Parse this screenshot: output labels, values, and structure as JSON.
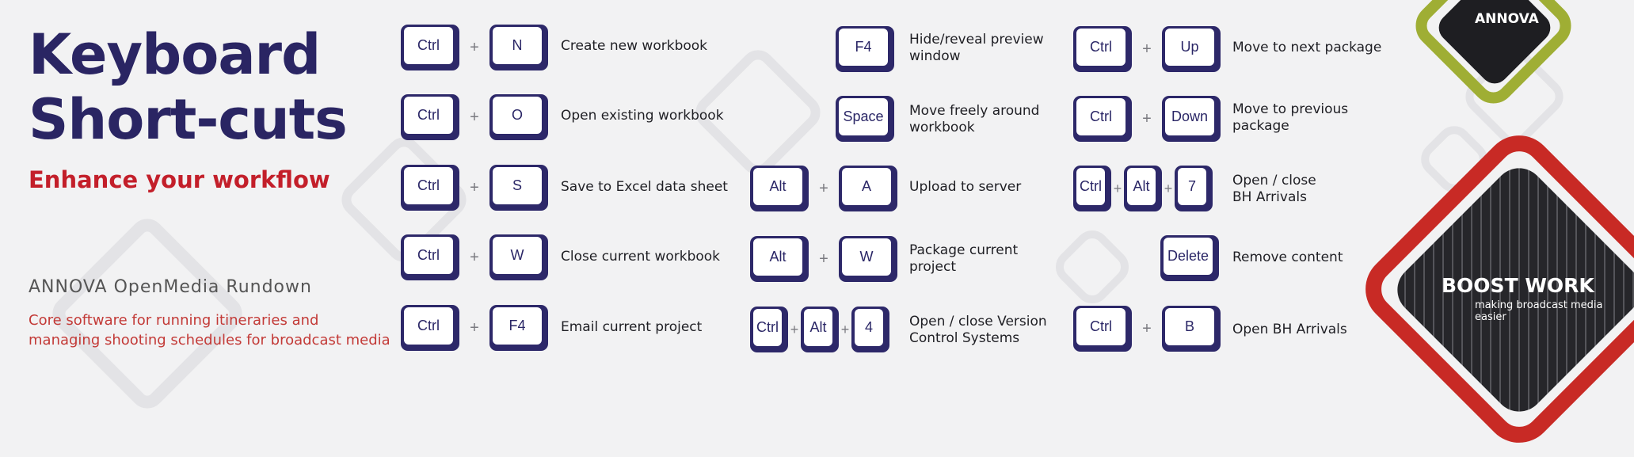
{
  "header": {
    "title_line1": "Keyboard",
    "title_line2": "Short-cuts",
    "subtitle": "Enhance your workflow"
  },
  "product": {
    "name": "ANNOVA OpenMedia Rundown",
    "tagline": "Core software for running itineraries and\nmanaging shooting schedules for broadcast media"
  },
  "shortcuts": {
    "s1": {
      "keys": [
        "Ctrl",
        "N"
      ],
      "description": "Create new workbook"
    },
    "s2": {
      "keys": [
        "Ctrl",
        "O"
      ],
      "description": "Open existing workbook"
    },
    "s3": {
      "keys": [
        "Ctrl",
        "S"
      ],
      "description": "Save to Excel data sheet"
    },
    "s4": {
      "keys": [
        "Ctrl",
        "W"
      ],
      "description": "Close current workbook"
    },
    "s5": {
      "keys": [
        "Ctrl",
        "F4"
      ],
      "description": "Email current project"
    },
    "s6": {
      "keys": [
        "F4"
      ],
      "description": "Hide/reveal preview\nwindow"
    },
    "s7": {
      "keys": [
        "Space"
      ],
      "description": "Move freely around\nworkbook"
    },
    "s8": {
      "keys": [
        "Alt",
        "A"
      ],
      "description": "Upload to server"
    },
    "s9": {
      "keys": [
        "Alt",
        "W"
      ],
      "description": "Package current\nproject"
    },
    "s10": {
      "keys": [
        "Ctrl",
        "Alt",
        "4"
      ],
      "description": "Open / close Version\nControl Systems"
    },
    "s11": {
      "keys": [
        "Ctrl",
        "Up"
      ],
      "description": "Move to next package"
    },
    "s12": {
      "keys": [
        "Ctrl",
        "Down"
      ],
      "description": "Move to previous\npackage"
    },
    "s13": {
      "keys": [
        "Ctrl",
        "Alt",
        "7"
      ],
      "description": "Open / close\nBH Arrivals"
    },
    "s14": {
      "keys": [
        "Delete"
      ],
      "description": "Remove content"
    },
    "s15": {
      "keys": [
        "Ctrl",
        "B"
      ],
      "description": "Open BH Arrivals"
    }
  },
  "plus": "+",
  "badges": {
    "annova_logo": "ANNOVA",
    "boost_title": "BOOST WORK",
    "boost_subtitle": "making broadcast media easier"
  },
  "colors": {
    "title": "#2a2563",
    "subtitle": "#c31f2a",
    "key_dark": "#2d2869",
    "tagline": "#c33a37",
    "annova_badge": "#9fae34",
    "boost_badge": "#c82a25"
  }
}
